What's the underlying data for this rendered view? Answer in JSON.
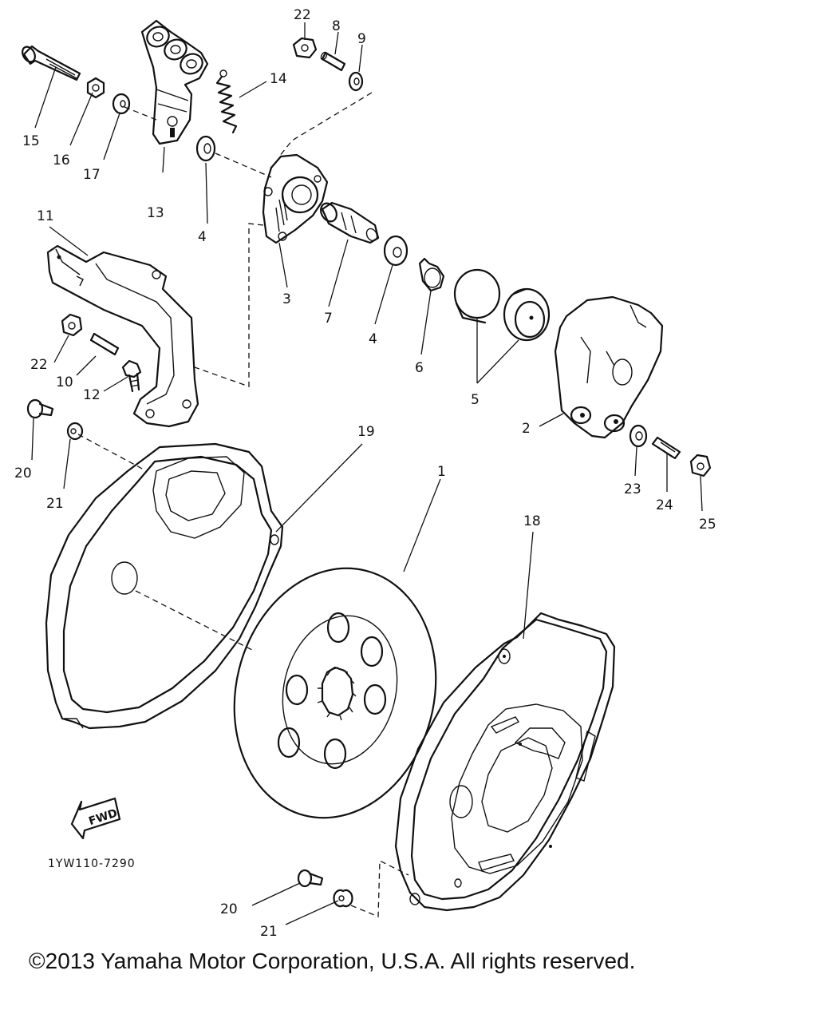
{
  "diagram": {
    "part_numbers": {
      "p1": "1",
      "p2": "2",
      "p3": "3",
      "p4a": "4",
      "p4b": "4",
      "p5": "5",
      "p6": "6",
      "p7": "7",
      "p8": "8",
      "p9": "9",
      "p10": "10",
      "p11": "11",
      "p12": "12",
      "p13": "13",
      "p14": "14",
      "p15": "15",
      "p16": "16",
      "p17": "17",
      "p18": "18",
      "p19": "19",
      "p20a": "20",
      "p20b": "20",
      "p21a": "21",
      "p21b": "21",
      "p22a": "22",
      "p22b": "22",
      "p23": "23",
      "p24": "24",
      "p25": "25"
    },
    "fwd_label": "FWD",
    "diagram_code": "1YW110-7290"
  },
  "footer": {
    "copyright": "©2013 Yamaha Motor Corporation, U.S.A. All rights reserved."
  }
}
